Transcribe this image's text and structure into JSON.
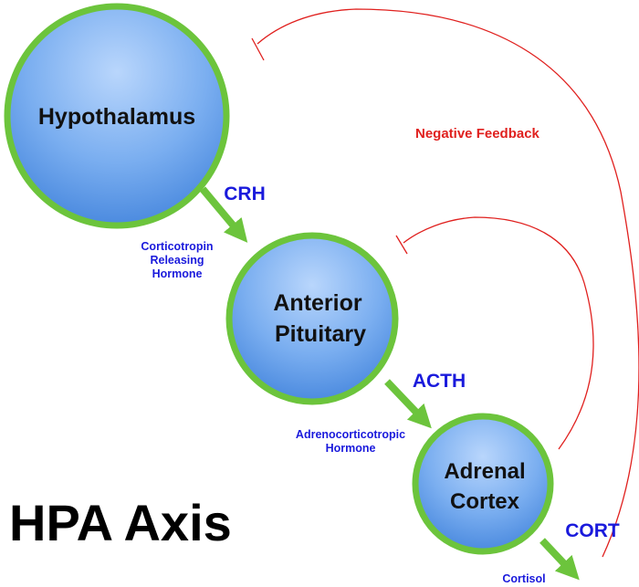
{
  "title": "HPA Axis",
  "nodes": {
    "hypothalamus": {
      "lines": [
        "Hypothalamus"
      ]
    },
    "pituitary": {
      "lines": [
        "Anterior",
        "Pituitary"
      ]
    },
    "adrenal": {
      "lines": [
        "Adrenal",
        "Cortex"
      ]
    }
  },
  "hormones": {
    "crh": {
      "abbr": "CRH",
      "full": [
        "Corticotropin",
        "Releasing",
        "Hormone"
      ]
    },
    "acth": {
      "abbr": "ACTH",
      "full": [
        "Adrenocorticotropic",
        "Hormone"
      ]
    },
    "cort": {
      "abbr": "CORT",
      "full": [
        "Cortisol"
      ]
    }
  },
  "feedback": {
    "label": "Negative Feedback"
  },
  "colors": {
    "node_fill_top": "#b4d2fb",
    "node_fill_bottom": "#4f8fe3",
    "node_border": "#6cc43c",
    "arrow": "#6cc43c",
    "feedback": "#e0201e",
    "hormone_text": "#1a1adc"
  }
}
